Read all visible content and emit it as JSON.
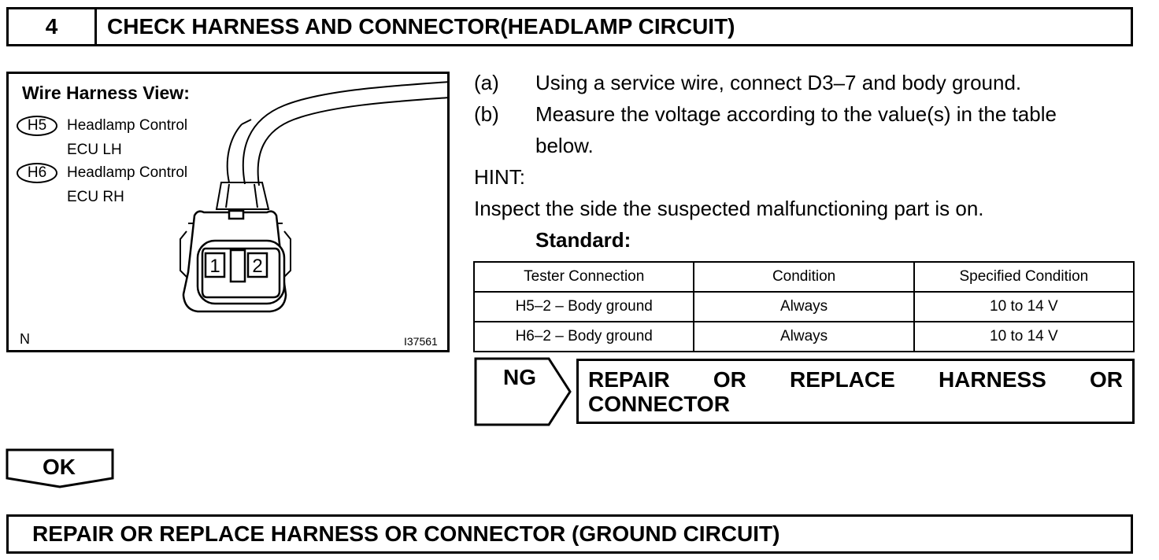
{
  "step": {
    "number": "4",
    "title": "CHECK HARNESS AND CONNECTOR(HEADLAMP CIRCUIT)"
  },
  "figure": {
    "title": "Wire Harness View:",
    "legend": [
      {
        "code": "H5",
        "line1": "Headlamp Control",
        "line2": "ECU LH"
      },
      {
        "code": "H6",
        "line1": "Headlamp Control",
        "line2": "ECU RH"
      }
    ],
    "pins": [
      "1",
      "2"
    ],
    "corner_label": "N",
    "figure_id": "I37561"
  },
  "instructions": [
    {
      "label": "(a)",
      "text": "Using a service wire, connect D3–7 and body ground."
    },
    {
      "label": "(b)",
      "text_line1": "Measure the voltage according to the value(s) in the table",
      "text_line2": "below."
    }
  ],
  "hint": {
    "label": "HINT:",
    "text": "Inspect the side the suspected malfunctioning part is on."
  },
  "standard_label": "Standard:",
  "table": {
    "headers": [
      "Tester Connection",
      "Condition",
      "Specified Condition"
    ],
    "rows": [
      [
        "H5–2 – Body ground",
        "Always",
        "10 to 14 V"
      ],
      [
        "H6–2 – Body ground",
        "Always",
        "10 to 14 V"
      ]
    ]
  },
  "ng": {
    "label": "NG",
    "line1_words": [
      "REPAIR",
      "OR",
      "REPLACE",
      "HARNESS",
      "OR"
    ],
    "line2": "CONNECTOR"
  },
  "ok": {
    "label": "OK"
  },
  "final_action": "REPAIR OR REPLACE HARNESS OR CONNECTOR (GROUND CIRCUIT)"
}
